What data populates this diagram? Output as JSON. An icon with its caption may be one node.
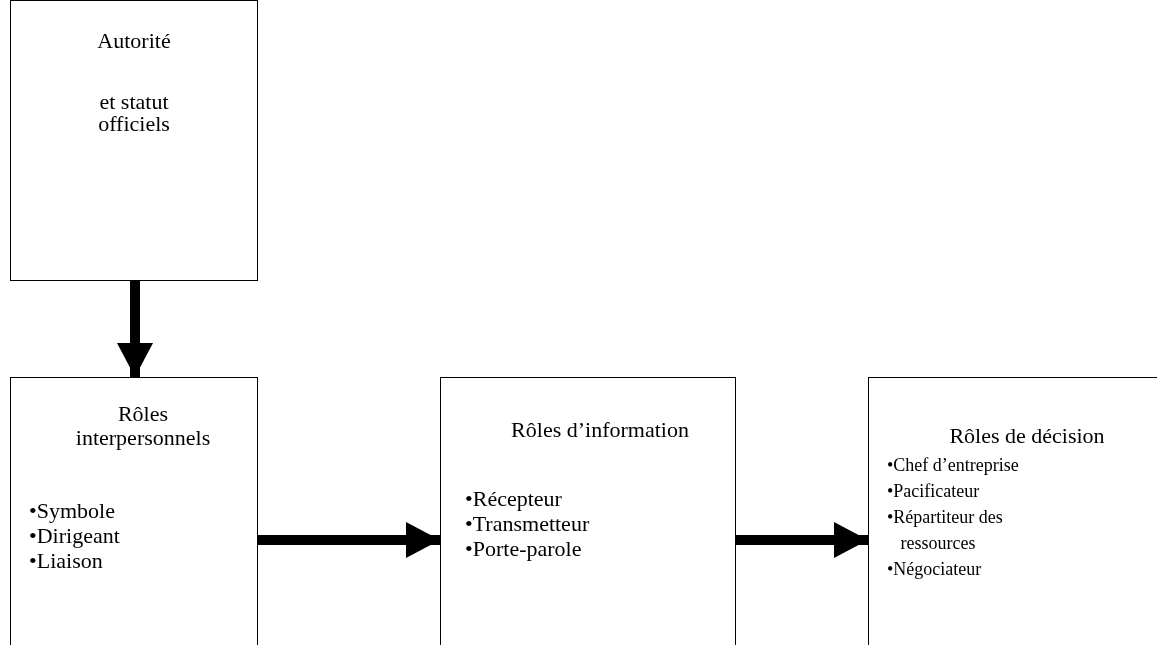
{
  "diagram": {
    "nodes": [
      {
        "text": [
          "Autorité",
          "et statut officiels"
        ]
      },
      {
        "text": [
          "Rôles interpersonnels",
          "•Symbole",
          "•Dirigeant",
          "•Liaison"
        ]
      },
      {
        "text": [
          "Rôles d’information",
          "•Récepteur",
          "•Transmetteur",
          "•Porte-parole"
        ]
      },
      {
        "text": [
          "Rôles de décision",
          "•Chef d’entreprise",
          "•Pacificateur",
          "•Répartiteur des ressources",
          "•Négociateur"
        ]
      }
    ],
    "edges": [
      {
        "from": 0,
        "to": 1,
        "arrow": "to"
      },
      {
        "from": 1,
        "to": 2,
        "arrow": "to"
      },
      {
        "from": 2,
        "to": 3,
        "arrow": "to"
      }
    ]
  }
}
